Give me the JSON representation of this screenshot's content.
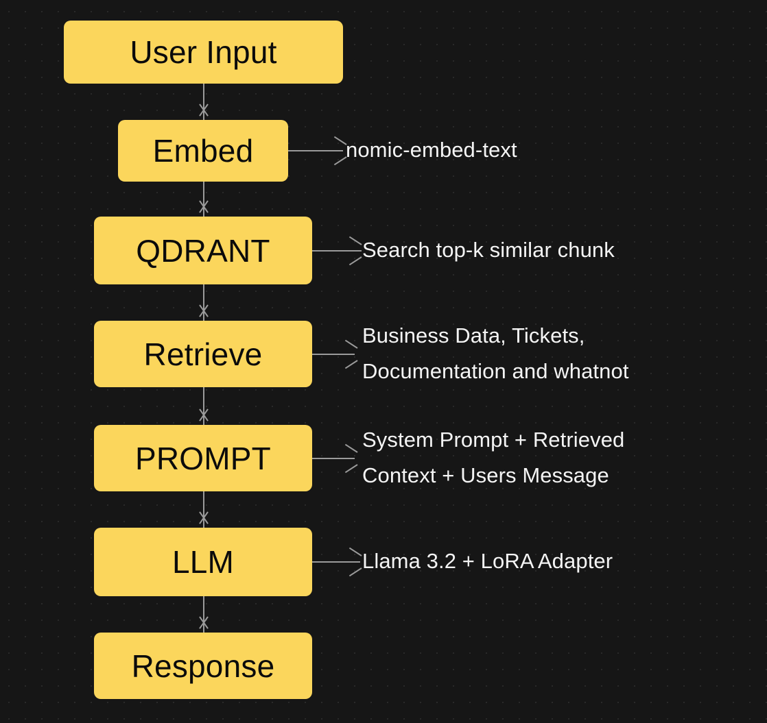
{
  "diagram": {
    "title": "RAG Pipeline Flowchart",
    "background_color": "#161616",
    "node_color": "#FBD65C",
    "node_text_color": "#0b0b0b",
    "connector_color": "#9b9b9b",
    "label_text_color": "#f4f4f4"
  },
  "nodes": [
    {
      "id": "user-input",
      "label": "User Input",
      "font_size": "46px"
    },
    {
      "id": "embed",
      "label": "Embed",
      "font_size": "46px"
    },
    {
      "id": "qdrant",
      "label": "QDRANT",
      "font_size": "46px"
    },
    {
      "id": "retrieve",
      "label": "Retrieve",
      "font_size": "46px"
    },
    {
      "id": "prompt",
      "label": "PROMPT",
      "font_size": "46px"
    },
    {
      "id": "llm",
      "label": "LLM",
      "font_size": "46px"
    },
    {
      "id": "response",
      "label": "Response",
      "font_size": "46px"
    }
  ],
  "annotations": [
    {
      "id": "embed-note",
      "source": "Embed",
      "text": "nomic-embed-text"
    },
    {
      "id": "qdrant-note",
      "source": "QDRANT",
      "text": "Search top-k similar chunk"
    },
    {
      "id": "retrieve-note",
      "source": "Retrieve",
      "text": "Business Data, Tickets,\nDocumentation and whatnot"
    },
    {
      "id": "prompt-note",
      "source": "PROMPT",
      "text": "System Prompt + Retrieved\nContext + Users Message"
    },
    {
      "id": "llm-note",
      "source": "LLM",
      "text": "Llama 3.2 + LoRA Adapter"
    }
  ],
  "flow_sequence": [
    "User Input",
    "Embed",
    "QDRANT",
    "Retrieve",
    "PROMPT",
    "LLM",
    "Response"
  ]
}
